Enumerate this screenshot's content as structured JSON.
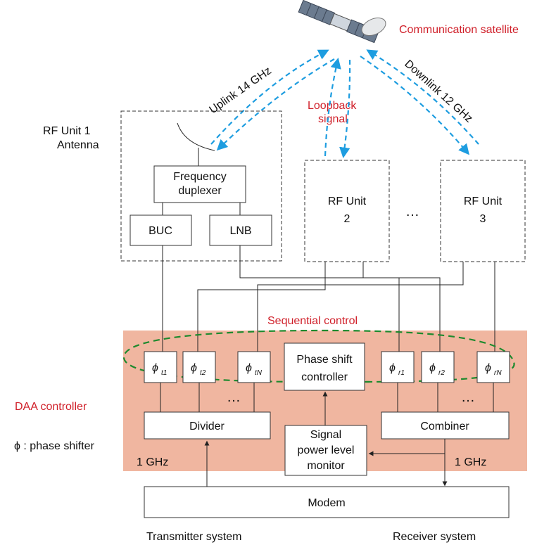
{
  "satellite_label": "Communication satellite",
  "uplink_label": "Uplink 14 GHz",
  "downlink_label": "Downlink 12 GHz",
  "loopback_line1": "Loopback",
  "loopback_line2": "signal",
  "rf1_line1": "RF Unit 1",
  "rf1_line2": "Antenna",
  "duplexer_line1": "Frequency",
  "duplexer_line2": "duplexer",
  "buc": "BUC",
  "lnb": "LNB",
  "rf2_line1": "RF Unit",
  "rf2_line2": "2",
  "rf3_line1": "RF Unit",
  "rf3_line2": "3",
  "ellipsis": "…",
  "sequential_control": "Sequential control",
  "daa_controller": "DAA controller",
  "phase_legend": "ϕ : phase shifter",
  "phi": "ϕ",
  "tx_shifters": [
    {
      "sub": "t1"
    },
    {
      "sub": "t2"
    },
    {
      "sub": "tN"
    }
  ],
  "rx_shifters": [
    {
      "sub": "r1"
    },
    {
      "sub": "r2"
    },
    {
      "sub": "rN"
    }
  ],
  "controller_line1": "Phase shift",
  "controller_line2": "controller",
  "divider": "Divider",
  "combiner": "Combiner",
  "monitor_line1": "Signal",
  "monitor_line2": "power level",
  "monitor_line3": "monitor",
  "freq_tx": "1 GHz",
  "freq_rx": "1 GHz",
  "modem": "Modem",
  "transmitter_system": "Transmitter system",
  "receiver_system": "Receiver system",
  "colors": {
    "accent_red": "#d0202a",
    "loop_blue": "#1e9de0",
    "control_green": "#1e8a2e",
    "daa_fill": "#f0b6a0"
  }
}
